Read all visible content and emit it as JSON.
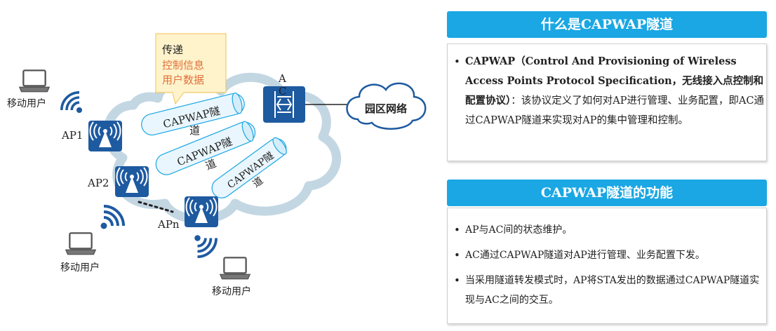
{
  "diagram": {
    "callout": {
      "line1": "传递",
      "line2": "控制信息",
      "line3": "用户数据",
      "line1_color": "#222222",
      "accent_color": "#e0703a",
      "bg_color": "#fff3cc"
    },
    "tunnel_labels": [
      {
        "line1": "CAPWAP隧",
        "line2": "道"
      },
      {
        "line1": "CAPWAP隧",
        "line2": "道"
      },
      {
        "line1": "CAPWAP隧",
        "line2": "道"
      }
    ],
    "ac_label": {
      "line1": "A",
      "line2": "C"
    },
    "campus_network": "园区网络",
    "ap_labels": [
      "AP1",
      "AP2",
      "APn"
    ],
    "user_labels": [
      "移动用户",
      "移动用户",
      "移动用户"
    ],
    "device_color": "#1e5aa0",
    "wifi_color": "#1e5aa0"
  },
  "panel1": {
    "title": "什么是CAPWAP隧道",
    "text_bold": "CAPWAP（Control And Provisioning of Wireless Access Points Protocol Specification，无线接入点控制和配置协议）",
    "text_rest": "：该协议定义了如何对AP进行管理、业务配置，即AC通过CAPWAP隧道来实现对AP的集中管理和控制。"
  },
  "panel2": {
    "title": "CAPWAP隧道的功能",
    "items": [
      "AP与AC间的状态维护。",
      "AC通过CAPWAP隧道对AP进行管理、业务配置下发。",
      "当采用隧道转发模式时，AP将STA发出的数据通过CAPWAP隧道实现与AC之间的交互。"
    ]
  },
  "colors": {
    "header_bg": "#1aa7e3",
    "cloud_stroke": "#c3d7e3",
    "tunnel_fill": "#e9f6fd",
    "tunnel_stroke": "#1aa7e3"
  }
}
